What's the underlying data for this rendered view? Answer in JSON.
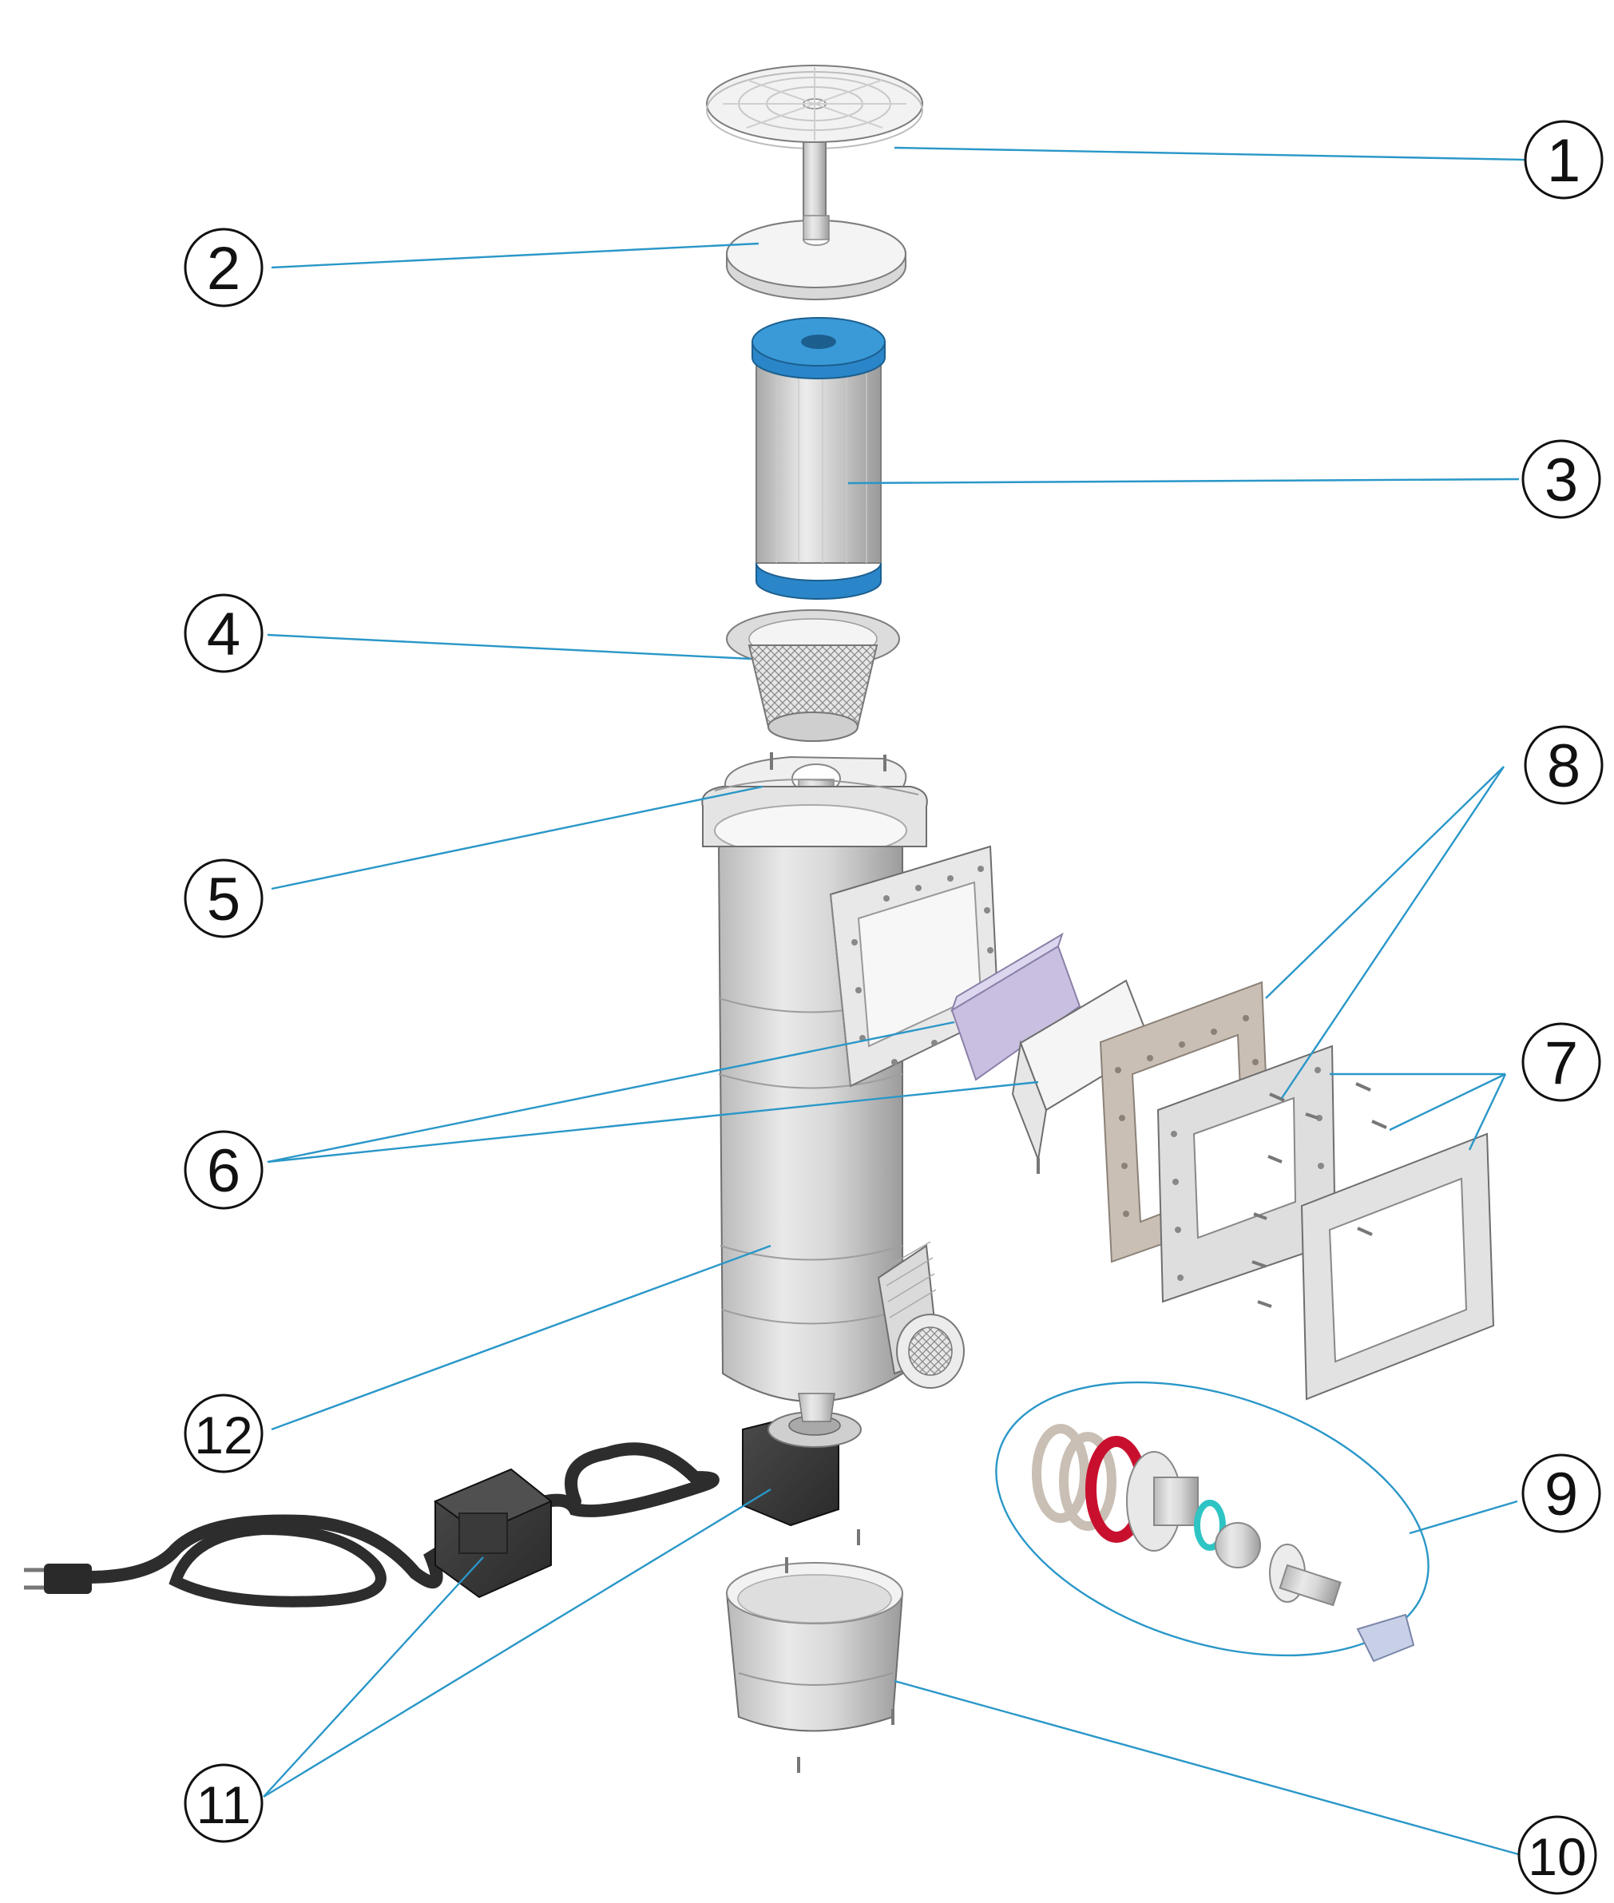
{
  "colors": {
    "leader": "#2a97c8",
    "filter_cap": "#2a86c8",
    "purple_plate": "#c9bfe0",
    "gasket_tan": "#c9bfb4",
    "red_oring": "#c8102e",
    "cyan_oring": "#2ec4c4",
    "transformer": "#3a3a3a",
    "body_grey": "#d2d2d2"
  },
  "callouts": [
    {
      "id": "c1",
      "label": "1"
    },
    {
      "id": "c2",
      "label": "2"
    },
    {
      "id": "c3",
      "label": "3"
    },
    {
      "id": "c4",
      "label": "4"
    },
    {
      "id": "c5",
      "label": "5"
    },
    {
      "id": "c6",
      "label": "6"
    },
    {
      "id": "c7",
      "label": "7"
    },
    {
      "id": "c8",
      "label": "8"
    },
    {
      "id": "c9",
      "label": "9"
    },
    {
      "id": "c10",
      "label": "10"
    },
    {
      "id": "c11",
      "label": "11"
    },
    {
      "id": "c12",
      "label": "12"
    }
  ]
}
